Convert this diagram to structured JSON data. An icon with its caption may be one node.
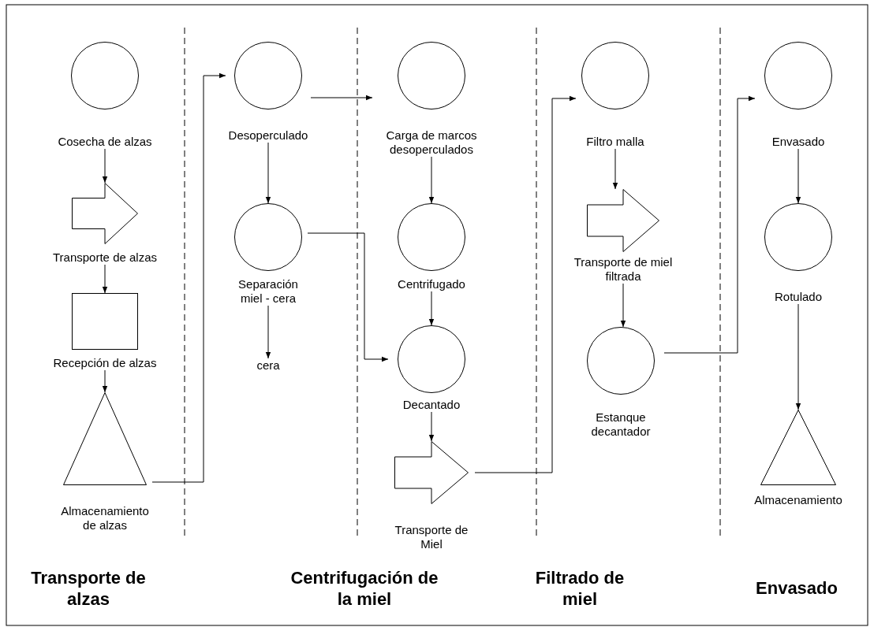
{
  "diagram": {
    "nodes": [
      {
        "text": [
          "Cosecha de alzas"
        ]
      },
      {
        "text": [
          "Transporte de alzas"
        ]
      },
      {
        "text": [
          "Recepción de alzas"
        ]
      },
      {
        "text": [
          "Almacenamiento de alzas"
        ]
      },
      {
        "text": [
          "Desoperculado"
        ]
      },
      {
        "text": [
          "Separación miel - cera"
        ]
      },
      {
        "text": [
          "cera"
        ]
      },
      {
        "text": [
          "Carga de marcos desoperculados"
        ]
      },
      {
        "text": [
          "Centrifugado"
        ]
      },
      {
        "text": [
          "Decantado"
        ]
      },
      {
        "text": [
          "Transporte de Miel"
        ]
      },
      {
        "text": [
          "Filtro malla"
        ]
      },
      {
        "text": [
          "Transporte de miel filtrada"
        ]
      },
      {
        "text": [
          "Estanque decantador"
        ]
      },
      {
        "text": [
          "Envasado"
        ]
      },
      {
        "text": [
          "Rotulado"
        ]
      },
      {
        "text": [
          "Almacenamiento"
        ]
      }
    ],
    "edges": [
      {
        "from": 0,
        "to": 1,
        "arrow": "to"
      },
      {
        "from": 1,
        "to": 2,
        "arrow": "to"
      },
      {
        "from": 2,
        "to": 3,
        "arrow": "to"
      },
      {
        "from": 3,
        "to": 4,
        "arrow": "to"
      },
      {
        "from": 4,
        "to": 5,
        "arrow": "to"
      },
      {
        "from": 5,
        "to": 6,
        "arrow": "to"
      },
      {
        "from": 4,
        "to": 7,
        "arrow": "to"
      },
      {
        "from": 7,
        "to": 8,
        "arrow": "to"
      },
      {
        "from": 5,
        "to": 9,
        "arrow": "to"
      },
      {
        "from": 8,
        "to": 9,
        "arrow": "to"
      },
      {
        "from": 9,
        "to": 10,
        "arrow": "to"
      },
      {
        "from": 10,
        "to": 11,
        "arrow": "to"
      },
      {
        "from": 11,
        "to": 12,
        "arrow": "to"
      },
      {
        "from": 12,
        "to": 13,
        "arrow": "to"
      },
      {
        "from": 13,
        "to": 14,
        "arrow": "to"
      },
      {
        "from": 14,
        "to": 15,
        "arrow": "to"
      },
      {
        "from": 15,
        "to": 16,
        "arrow": "to"
      }
    ],
    "labels": [
      "Transporte de alzas",
      "Centrifugación de la miel",
      "Filtrado de miel",
      "Envasado"
    ]
  }
}
